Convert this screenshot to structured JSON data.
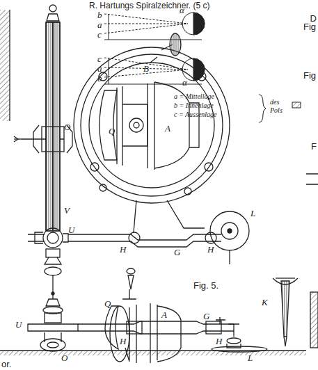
{
  "diagram": {
    "title": "R. Hartungs Spiralzeichner. (5 c)",
    "labels": [
      "D",
      "B",
      "b",
      "a",
      "c",
      "α",
      "Fig",
      "c",
      "a",
      "b",
      "α",
      "Fig",
      "a = Mittellage",
      "b = Innenlage",
      "c = Aussenlage",
      "des",
      "Pols",
      "F",
      "O",
      "Q",
      "A",
      "V",
      "U",
      "G",
      "H",
      "H",
      "L",
      "Fig. 5.",
      "U",
      "Q",
      "A",
      "H",
      "H",
      "G",
      "L",
      "K",
      "O",
      "or."
    ]
  }
}
